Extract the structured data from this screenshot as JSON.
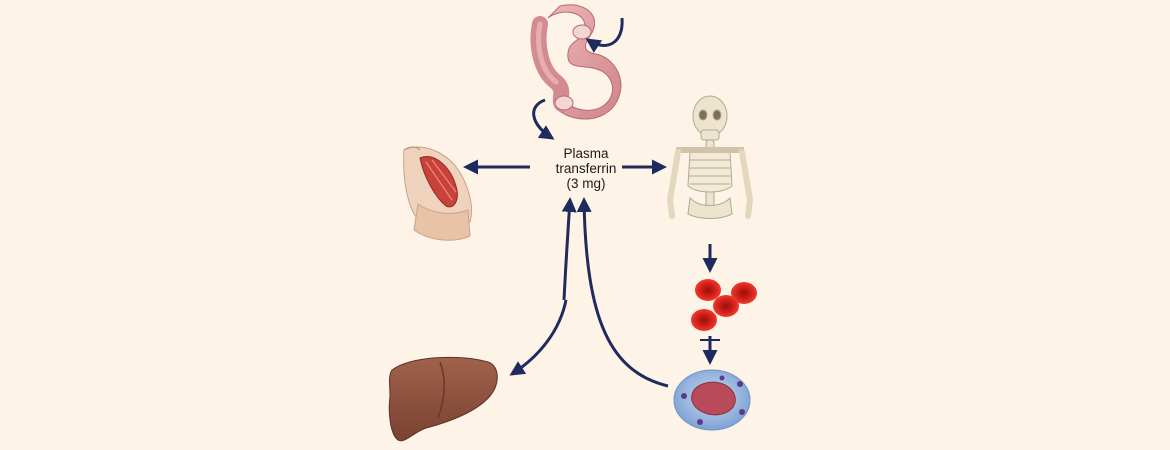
{
  "center": {
    "line1": "Plasma",
    "line2": "transferrin",
    "line3": "(3 mg)"
  },
  "colors": {
    "background": "#fdf4e7",
    "arrow": "#1f2a5e",
    "intestine": "#e3a2a6",
    "bone": "#ece4cf",
    "rbc": "#d8251f",
    "liver": "#8c5140",
    "macrophage": "#9bbbe2"
  },
  "icons": [
    "intestine-icon",
    "muscle-icon",
    "skeleton-icon",
    "red-blood-cells-icon",
    "macrophage-icon",
    "liver-icon"
  ]
}
